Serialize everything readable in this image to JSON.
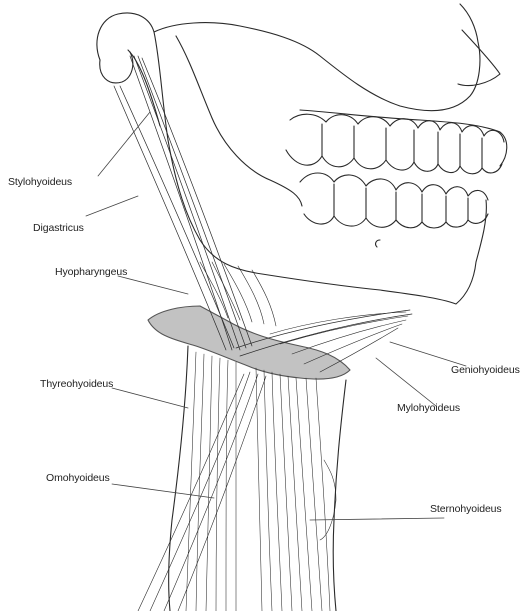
{
  "labels": {
    "stylohyoideus": "Stylohyoideus",
    "digastricus": "Digastricus",
    "hyopharyngeus": "Hyopharyngeus",
    "thyreohyoideus": "Thyreohyoideus",
    "omohyoideus": "Omohyoideus",
    "geniohyoideus": "Geniohyoideus",
    "mylohyoideus": "Mylohyoideus",
    "sternohyoideus": "Sternohyoideus"
  },
  "colors": {
    "ink": "#2a2a2a",
    "hyoid_bone": "#c2c2c2",
    "background": "#ffffff"
  }
}
